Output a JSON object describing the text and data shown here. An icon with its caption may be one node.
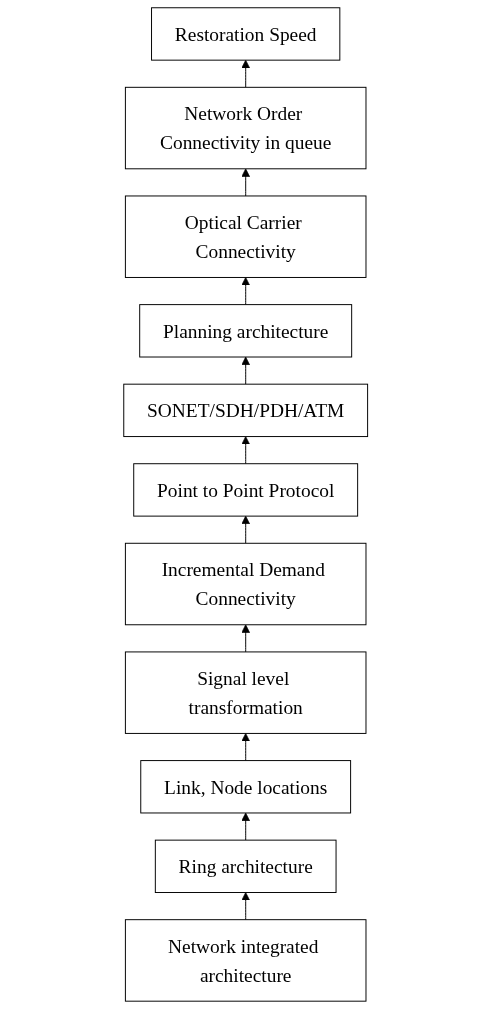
{
  "diagram": {
    "nodes": [
      {
        "text": [
          "Restoration Speed"
        ]
      },
      {
        "text": [
          "Network Order Connectivity in queue"
        ]
      },
      {
        "text": [
          "Optical Carrier Connectivity"
        ]
      },
      {
        "text": [
          "Planning architecture"
        ]
      },
      {
        "text": [
          "SONET/SDH/PDH/ATM"
        ]
      },
      {
        "text": [
          "Point to Point Protocol"
        ]
      },
      {
        "text": [
          "Incremental Demand Connectivity"
        ]
      },
      {
        "text": [
          "Signal level transformation"
        ]
      },
      {
        "text": [
          "Link, Node locations"
        ]
      },
      {
        "text": [
          "Ring architecture"
        ]
      },
      {
        "text": [
          "Network integrated architecture"
        ]
      }
    ],
    "edges": [
      {
        "from": 10,
        "to": 9,
        "arrow": "to"
      },
      {
        "from": 9,
        "to": 8,
        "arrow": "to"
      },
      {
        "from": 8,
        "to": 7,
        "arrow": "to"
      },
      {
        "from": 7,
        "to": 6,
        "arrow": "to"
      },
      {
        "from": 6,
        "to": 5,
        "arrow": "to"
      },
      {
        "from": 5,
        "to": 4,
        "arrow": "to"
      },
      {
        "from": 4,
        "to": 3,
        "arrow": "to"
      },
      {
        "from": 3,
        "to": 2,
        "arrow": "to"
      },
      {
        "from": 2,
        "to": 1,
        "arrow": "to"
      },
      {
        "from": 1,
        "to": 0,
        "arrow": "to"
      }
    ]
  }
}
